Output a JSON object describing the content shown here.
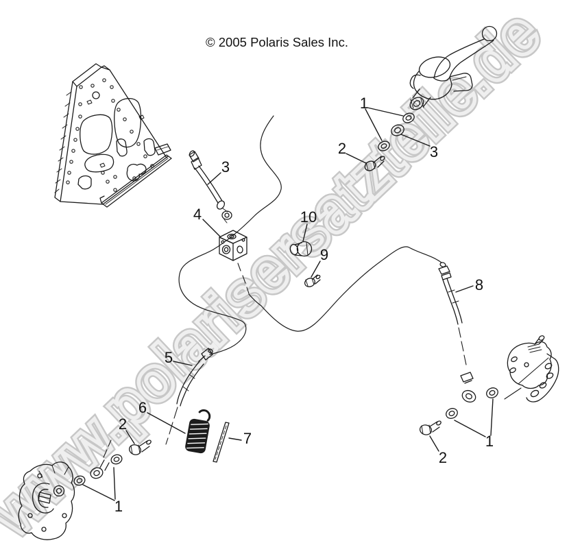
{
  "header": {
    "copyright": "© 2005 Polaris Sales Inc."
  },
  "watermark": {
    "text": "www.polarisersatzteile.de",
    "outline_color": "#c7c7c7",
    "inner_color": "#efefef"
  },
  "diagram": {
    "line_color": "#1a1a1a",
    "callout_color": "#111111"
  },
  "callouts": [
    {
      "label": "1",
      "part": "master-cylinder-washers"
    },
    {
      "label": "2",
      "part": "master-cylinder-banjo-bolt"
    },
    {
      "label": "3",
      "part": "master-cylinder-washer"
    },
    {
      "label": "3",
      "part": "upper-brake-hose"
    },
    {
      "label": "4",
      "part": "junction-block"
    },
    {
      "label": "10",
      "part": "plug-cap"
    },
    {
      "label": "9",
      "part": "small-bolt"
    },
    {
      "label": "8",
      "part": "right-brake-hose"
    },
    {
      "label": "5",
      "part": "lower-brake-hose"
    },
    {
      "label": "6",
      "part": "spring-guard"
    },
    {
      "label": "7",
      "part": "rod"
    },
    {
      "label": "2",
      "part": "left-banjo-bolt"
    },
    {
      "label": "1",
      "part": "left-caliper-washers"
    },
    {
      "label": "1",
      "part": "right-caliper-washers"
    },
    {
      "label": "2",
      "part": "right-banjo-bolt"
    }
  ]
}
